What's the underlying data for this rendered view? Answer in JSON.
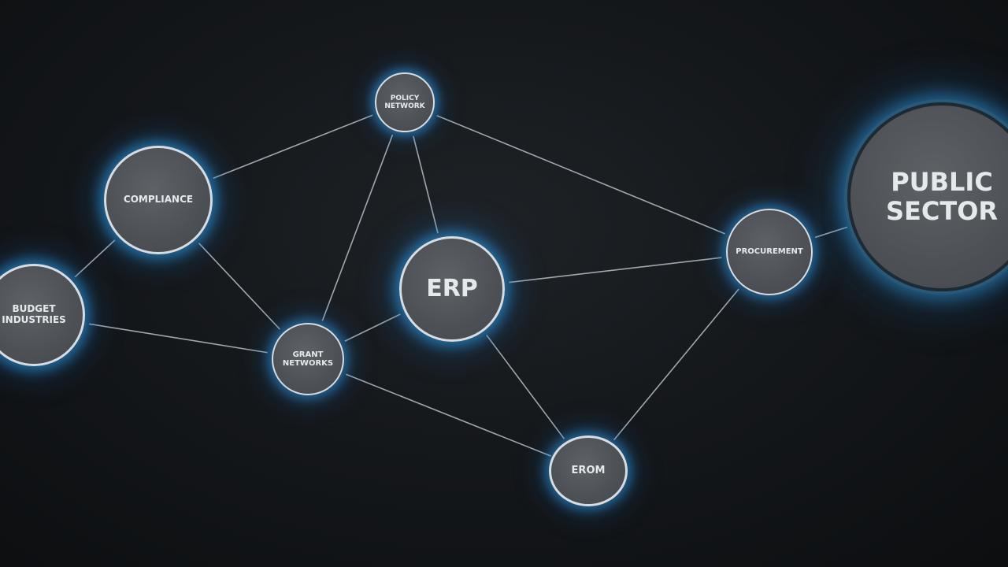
{
  "diagram": {
    "nodes": {
      "public_sector": "PUBLIC\nSECTOR",
      "erp": "ERP",
      "policy": "POLICY\nNETWORK",
      "compliance": "COMPLIANCE",
      "budget": "BUDGET\nINDUSTRIES",
      "grant": "GRANT\nNETWORKS",
      "procurement": "PROCUREMENT",
      "erom": "EROM"
    },
    "edges": [
      [
        "compliance",
        "policy"
      ],
      [
        "policy",
        "procurement"
      ],
      [
        "policy",
        "erp"
      ],
      [
        "policy",
        "grant"
      ],
      [
        "compliance",
        "budget"
      ],
      [
        "compliance",
        "grant"
      ],
      [
        "budget",
        "grant"
      ],
      [
        "grant",
        "erp"
      ],
      [
        "grant",
        "erom"
      ],
      [
        "erp",
        "procurement"
      ],
      [
        "erp",
        "erom"
      ],
      [
        "procurement",
        "erom"
      ],
      [
        "procurement",
        "public_sector"
      ]
    ],
    "colors": {
      "background": "#0d1013",
      "edge": "#b9c0c6",
      "node_fill": "#4d5155",
      "node_border": "#d7dde2",
      "glow": "#2d9be6"
    }
  }
}
